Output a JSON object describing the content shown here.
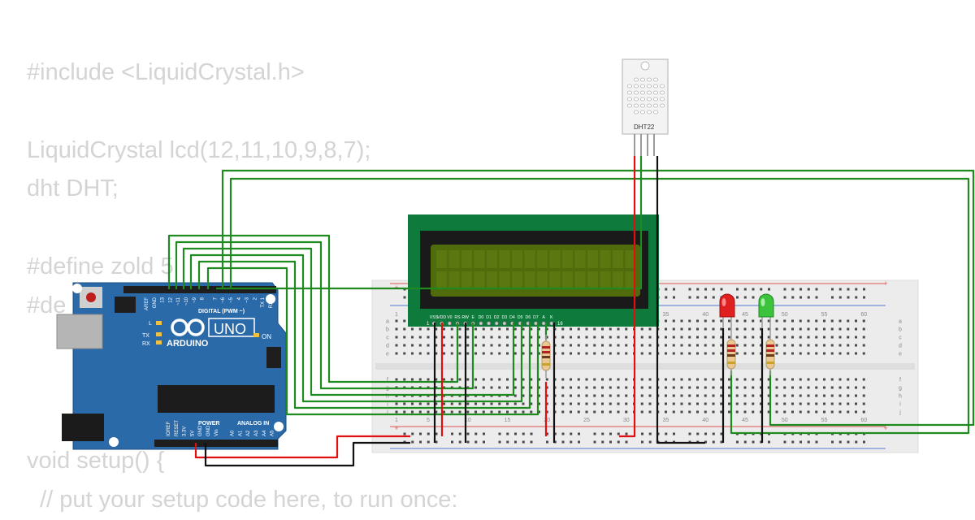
{
  "code_lines": [
    "#include <LiquidCrystal.h>",
    "",
    "LiquidCrystal lcd(12,11,10,9,8,7);",
    "dht DHT;",
    "",
    "#define zold 5",
    "#de",
    "",
    "",
    "",
    "void setup() {",
    "  // put your setup code here, to run once:"
  ],
  "arduino": {
    "brand": "ARDUINO",
    "model": "UNO",
    "digital_label": "DIGITAL (PWM ~)",
    "power_label": "POWER",
    "analog_label": "ANALOG IN",
    "on_label": "ON",
    "l_label": "L",
    "tx_label": "TX",
    "rx_label": "RX",
    "top_pin_labels": [
      "AREF",
      "GND",
      "13",
      "12",
      "~11",
      "~10",
      "~9",
      "8",
      "7",
      "~6",
      "~5",
      "4",
      "~3",
      "2",
      "TX 1",
      "RX 0"
    ],
    "bottom_pin_labels": [
      "IOREF",
      "RESET",
      "3.3V",
      "5V",
      "GND",
      "GND",
      "Vin",
      "A0",
      "A1",
      "A2",
      "A3",
      "A4",
      "A5"
    ]
  },
  "lcd": {
    "pin_labels": [
      "VSS",
      "VDD",
      "V0",
      "RS",
      "RW",
      "E",
      "D0",
      "D1",
      "D2",
      "D3",
      "D4",
      "D5",
      "D6",
      "D7",
      "A",
      "K"
    ],
    "pin_first": "1",
    "pin_last": "16"
  },
  "sensor": {
    "label": "DHT22"
  },
  "breadboard": {
    "column_numbers": [
      "1",
      "5",
      "10",
      "15",
      "20",
      "25",
      "30",
      "35",
      "40",
      "45",
      "50",
      "55",
      "60"
    ],
    "row_letters_top": [
      "a",
      "b",
      "c",
      "d",
      "e"
    ],
    "row_letters_bottom": [
      "f",
      "g",
      "h",
      "i",
      "j"
    ],
    "rail_plus": "+",
    "rail_minus": "-"
  },
  "leds": [
    {
      "color": "red",
      "hex": "#e02020"
    },
    {
      "color": "green",
      "hex": "#3cc23c"
    }
  ],
  "colors": {
    "wire_green": "#1f8a1f",
    "wire_red": "#e01010",
    "wire_black": "#111111",
    "pcb": "#2b6aa8",
    "lcd_board": "#0e7a3c",
    "lcd_screen": "#4f6b0c",
    "code_text": "#d4d4d4"
  }
}
